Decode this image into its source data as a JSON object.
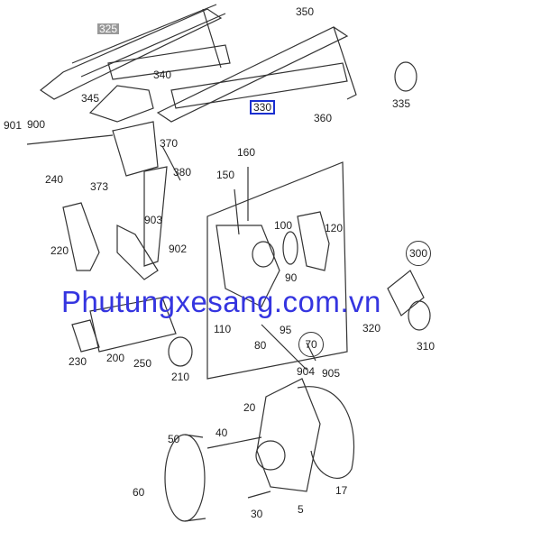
{
  "watermark": "Phutungxesang.com.vn",
  "labels": {
    "p325": "325",
    "p350": "350",
    "p340": "340",
    "p345": "345",
    "p330": "330",
    "p335": "335",
    "p360": "360",
    "p901": "901",
    "p900": "900",
    "p370": "370",
    "p240": "240",
    "p373": "373",
    "p380": "380",
    "p160": "160",
    "p150": "150",
    "p903": "903",
    "p902": "902",
    "p100": "100",
    "p120": "120",
    "p220": "220",
    "p300": "300",
    "p90": "90",
    "p110": "110",
    "p320": "320",
    "p80": "80",
    "p95": "95",
    "p70": "70",
    "p230": "230",
    "p200": "200",
    "p250": "250",
    "p210": "210",
    "p904": "904",
    "p905": "905",
    "p310": "310",
    "p50": "50",
    "p40": "40",
    "p20": "20",
    "p60": "60",
    "p30": "30",
    "p5": "5",
    "p17": "17"
  }
}
